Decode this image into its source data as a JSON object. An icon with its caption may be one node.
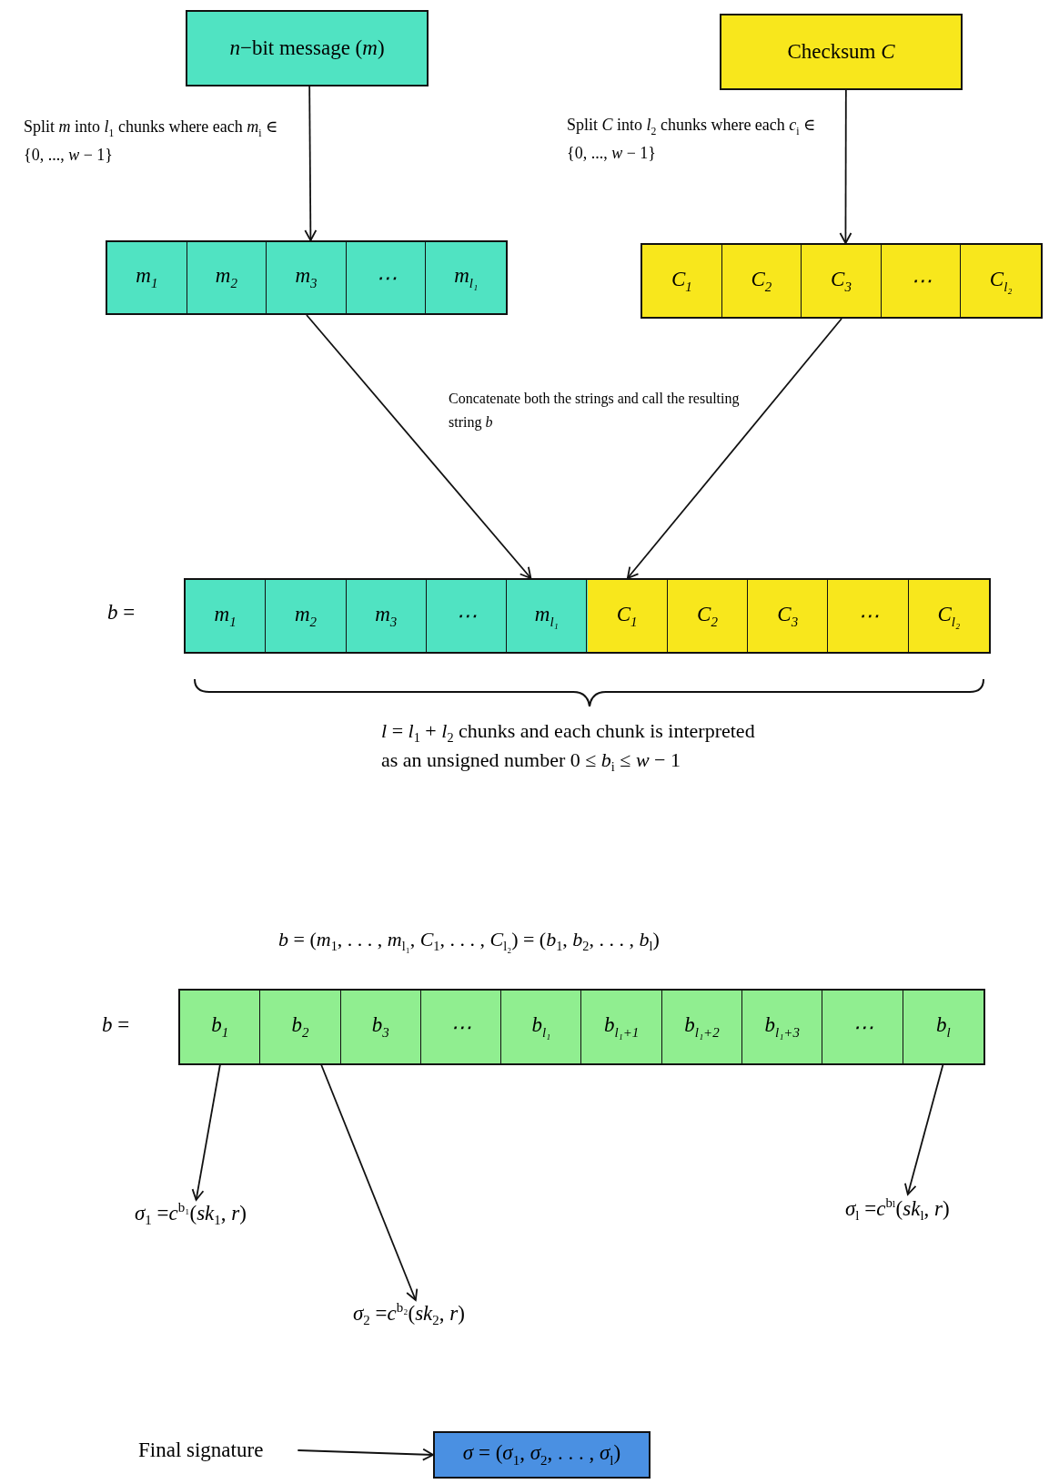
{
  "diagram": {
    "nodes": [
      {
        "text": [
          "*n*−bit message (*m*)"
        ]
      },
      {
        "text": [
          "Checksum *C*"
        ]
      },
      {
        "text": [],
        "shape": "box"
      },
      {
        "text": [
          "*m*$_{1}$"
        ],
        "in": 2
      },
      {
        "text": [
          "*m*$_{2}$"
        ],
        "in": 2
      },
      {
        "text": [
          "*m*$_{3}$"
        ],
        "in": 2
      },
      {
        "text": [
          "⋯"
        ],
        "in": 2
      },
      {
        "text": [
          "*m*$_{l₁}$"
        ],
        "in": 2
      },
      {
        "text": [],
        "shape": "box"
      },
      {
        "text": [
          "*C*$_{1}$"
        ],
        "in": 8
      },
      {
        "text": [
          "*C*$_{2}$"
        ],
        "in": 8
      },
      {
        "text": [
          "*C*$_{3}$"
        ],
        "in": 8
      },
      {
        "text": [
          "⋯"
        ],
        "in": 8
      },
      {
        "text": [
          "*C*$_{l₂}$"
        ],
        "in": 8
      },
      {
        "text": [],
        "shape": "box",
        "beside": [
          "*b* ="
        ]
      },
      {
        "text": [
          "*m*$_{1}$"
        ],
        "in": 14
      },
      {
        "text": [
          "*m*$_{2}$"
        ],
        "in": 14
      },
      {
        "text": [
          "*m*$_{3}$"
        ],
        "in": 14
      },
      {
        "text": [
          "⋯"
        ],
        "in": 14
      },
      {
        "text": [
          "*m*$_{l₁}$"
        ],
        "in": 14
      },
      {
        "text": [
          "*C*$_{1}$"
        ],
        "in": 14
      },
      {
        "text": [
          "*C*$_{2}$"
        ],
        "in": 14
      },
      {
        "text": [
          "*C*$_{3}$"
        ],
        "in": 14
      },
      {
        "text": [
          "⋯"
        ],
        "in": 14
      },
      {
        "text": [
          "*C*$_{l₂}$"
        ],
        "in": 14
      },
      {
        "text": [],
        "shape": "box",
        "beside": [
          "*b* ="
        ]
      },
      {
        "text": [
          "*b*$_{1}$"
        ],
        "in": 25
      },
      {
        "text": [
          "*b*$_{2}$"
        ],
        "in": 25
      },
      {
        "text": [
          "*b*$_{3}$"
        ],
        "in": 25
      },
      {
        "text": [
          "⋯"
        ],
        "in": 25
      },
      {
        "text": [
          "*b*$_{l₁}$"
        ],
        "in": 25
      },
      {
        "text": [
          "*b*$_{l₁+1}$"
        ],
        "in": 25
      },
      {
        "text": [
          "*b*$_{l₁+2}$"
        ],
        "in": 25
      },
      {
        "text": [
          "*b*$_{l₁+3}$"
        ],
        "in": 25
      },
      {
        "text": [
          "⋯"
        ],
        "in": 25
      },
      {
        "text": [
          "*b*$_{l}$"
        ],
        "in": 25
      },
      {
        "text": [
          "*σ*$_{1}$ =*c*$^{b₁}$(*sk*$_{1}$, *r*)"
        ]
      },
      {
        "text": [
          "*σ*$_{2}$ =*c*$^{b₂}$(*sk*$_{2}$, *r*)"
        ]
      },
      {
        "text": [
          "*σ*$_{l}$ =*c*$^{bₗ}$(*sk*$_{l}$, *r*)"
        ]
      },
      {
        "text": [
          "Final signature"
        ]
      },
      {
        "text": [
          "*σ* = (*σ*$_{1}$, *σ*$_{2}$, . . . , *σ*$_{l}$)"
        ]
      }
    ],
    "edges": [
      {
        "from": 0,
        "to": 2,
        "arrow": "to",
        "label": "Split *m* into *l*$_{1}$ chunks where each *m*$_{i}$ ∈ {0, ..., *w* − 1}"
      },
      {
        "from": 1,
        "to": 8,
        "arrow": "to",
        "label": "Split *C* into *l*$_{2}$ chunks where each *c*$_{i}$ ∈ {0, ..., *w* − 1}"
      },
      {
        "from": 2,
        "to": 14,
        "arrow": "to"
      },
      {
        "from": 8,
        "to": 14,
        "arrow": "to"
      },
      {
        "from": 26,
        "to": 36,
        "arrow": "to"
      },
      {
        "from": 27,
        "to": 37,
        "arrow": "to"
      },
      {
        "from": 35,
        "to": 38,
        "arrow": "to"
      },
      {
        "from": 39,
        "to": 40,
        "arrow": "to"
      }
    ],
    "labels": [
      "Concatenate both the strings and call the resulting string *b*",
      "*l* = *l*$_{1}$ + *l*$_{2}$ chunks and each chunk is interpreted as an unsigned number 0 ≤ *b*$_{i}$ ≤ *w* − 1",
      "*b* = (*m*$_{1}$, . . . , *m*$_{l₁}$, *C*$_{1}$, . . . , *C*$_{l₂}$) = (*b*$_{1}$, *b*$_{2}$, . . . , *b*$_{l}$)"
    ]
  }
}
